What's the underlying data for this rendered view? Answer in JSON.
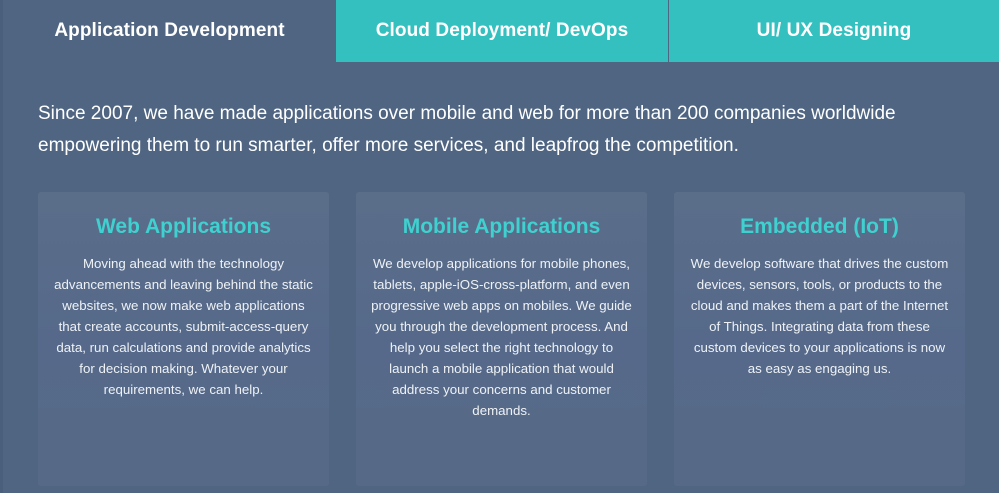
{
  "tabs": [
    {
      "label": "Application Development",
      "active": true
    },
    {
      "label": "Cloud Deployment/ DevOps",
      "active": false
    },
    {
      "label": "UI/ UX Designing",
      "active": false
    }
  ],
  "intro": "Since 2007, we have made applications over mobile and web for more than 200 companies worldwide empowering them to run smarter, offer more services, and leapfrog the competition.",
  "cards": [
    {
      "title": "Web Applications",
      "body": "Moving ahead with the technology advancements and leaving behind the static websites, we now make web applications that create accounts, submit-access-query data, run calculations and provide analytics for decision making. Whatever your requirements, we can help."
    },
    {
      "title": "Mobile Applications",
      "body": "We develop applications for mobile phones, tablets, apple-iOS-cross-platform, and even progressive web apps on mobiles. We guide you through the development process. And help you select the right technology to launch a mobile application that would address your concerns and customer demands."
    },
    {
      "title": "Embedded (IoT)",
      "body": "We develop software that drives the custom devices, sensors, tools, or products to the cloud and makes them a part of the Internet of Things. Integrating data from these custom devices to your applications is now as easy as engaging us."
    }
  ],
  "colors": {
    "background": "#4f6582",
    "tab_inactive": "#35c0c0",
    "card_title": "#3fd1cf",
    "text": "#ffffff"
  }
}
